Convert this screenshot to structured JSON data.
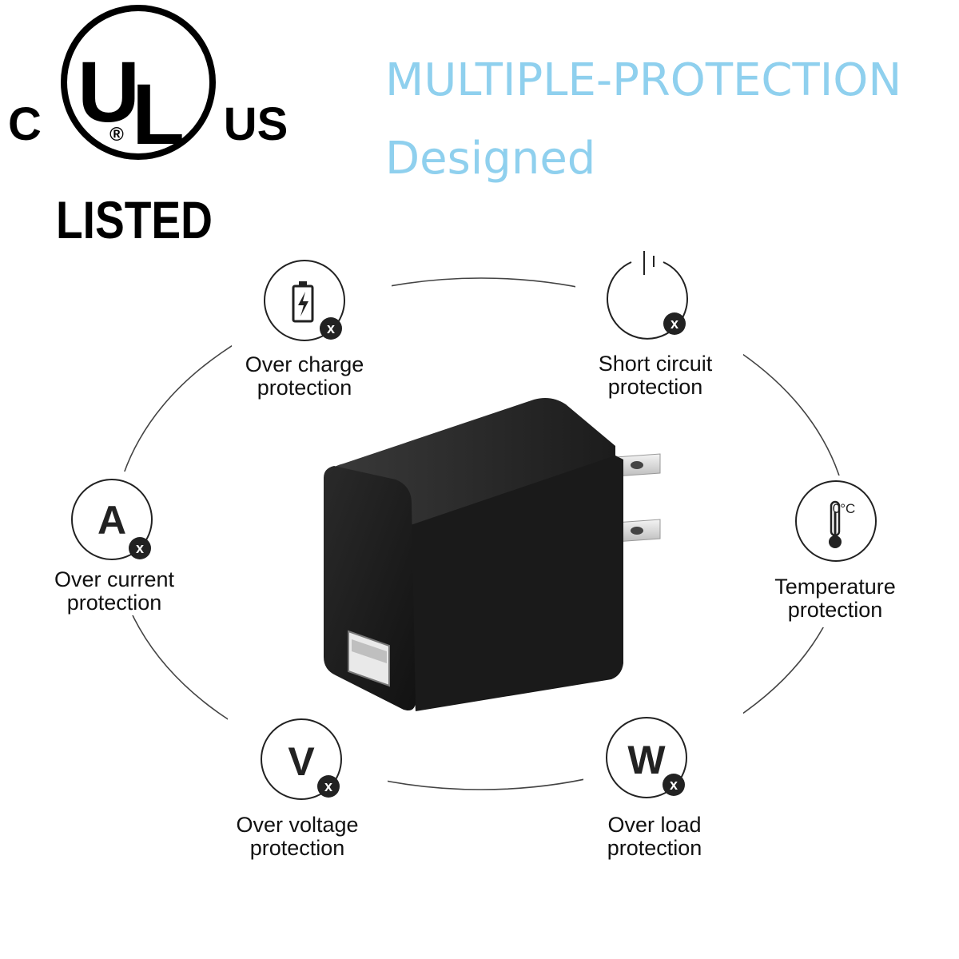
{
  "certification": {
    "mark_letters": "UL",
    "left_code": "C",
    "right_code": "US",
    "registered_symbol": "®",
    "status": "LISTED"
  },
  "headline": {
    "line1": "MULTIPLE-PROTECTION",
    "line2": "Designed",
    "color": "#8fd0ee"
  },
  "features": [
    {
      "icon": "battery-charging-icon",
      "line1": "Over charge",
      "line2": "protection"
    },
    {
      "icon": "power-icon",
      "line1": "Short circuit",
      "line2": "protection"
    },
    {
      "icon": "ampere-icon",
      "glyph": "A",
      "line1": "Over current",
      "line2": "protection"
    },
    {
      "icon": "thermometer-icon",
      "glyph": "0°C",
      "line1": "Temperature",
      "line2": "protection"
    },
    {
      "icon": "voltage-icon",
      "glyph": "V",
      "line1": "Over voltage",
      "line2": "protection"
    },
    {
      "icon": "wattage-icon",
      "glyph": "W",
      "line1": "Over load",
      "line2": "protection"
    }
  ],
  "x_badge": "x",
  "product": "usb-wall-charger"
}
